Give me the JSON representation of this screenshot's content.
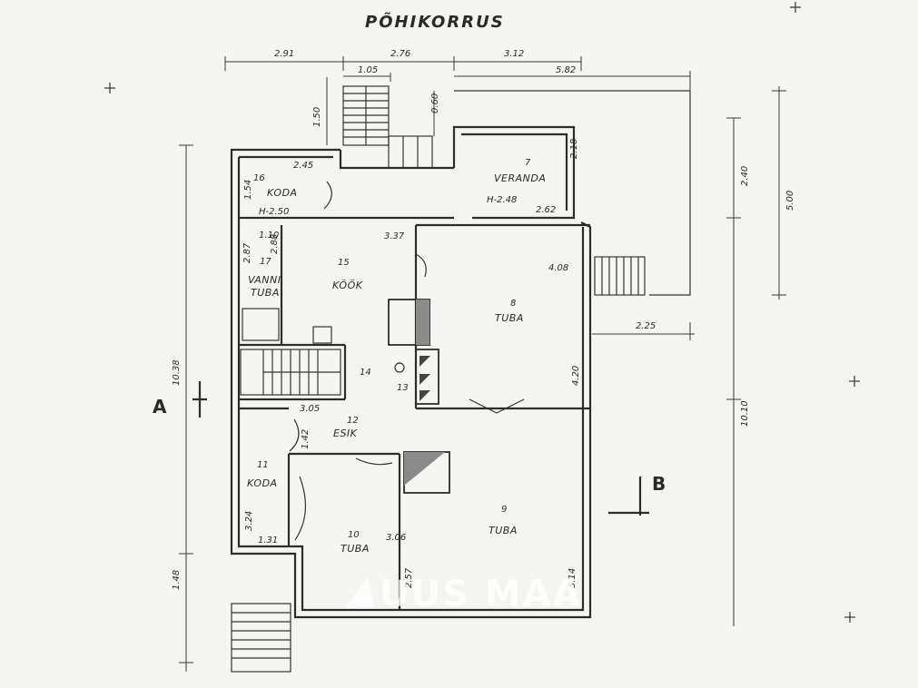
{
  "title": "PÕHIKORRUS",
  "rooms": [
    {
      "number": "16",
      "name": "KODA",
      "size": "2.45",
      "height": "H-2.50"
    },
    {
      "number": "7",
      "name": "VERANDA",
      "height": "H-2.48",
      "size": "2.62"
    },
    {
      "number": "17",
      "name": "VANNI\nTUBA",
      "name_line1": "VANNI",
      "name_line2": "TUBA",
      "size": "1.10"
    },
    {
      "number": "15",
      "name": "KÖÖK"
    },
    {
      "number": "8",
      "name": "TUBA",
      "size": "4.08"
    },
    {
      "number": "14"
    },
    {
      "number": "13"
    },
    {
      "number": "12",
      "name": "ESIK",
      "size": "3.05"
    },
    {
      "number": "11",
      "name": "KODA",
      "size": "1.31"
    },
    {
      "number": "10",
      "name": "TUBA",
      "size": "3.06"
    },
    {
      "number": "9",
      "name": "TUBA"
    }
  ],
  "dimensions": {
    "top": [
      "2.91",
      "2.76",
      "3.12",
      "5.82",
      "1.05"
    ],
    "stair_top": "1.50",
    "stair_gap": "0.60",
    "veranda_depth": "2.18",
    "right_a": "2.40",
    "right_b": "5.00",
    "right_c": "10.10",
    "porch": "2.25",
    "left_total": "10.38",
    "left_porch": "1.48",
    "koda16_side": "1.54",
    "vanni_side": "2.87",
    "kook_side": "2.88",
    "kook_width": "3.37",
    "tuba8_side": "4.20",
    "esik_side": "1.42",
    "koda11_side": "3.24",
    "tuba10_side": "2.57",
    "tuba9_side": "5.14"
  },
  "section_marks": {
    "a": "A",
    "b": "B"
  },
  "watermark": "UUS MAA"
}
